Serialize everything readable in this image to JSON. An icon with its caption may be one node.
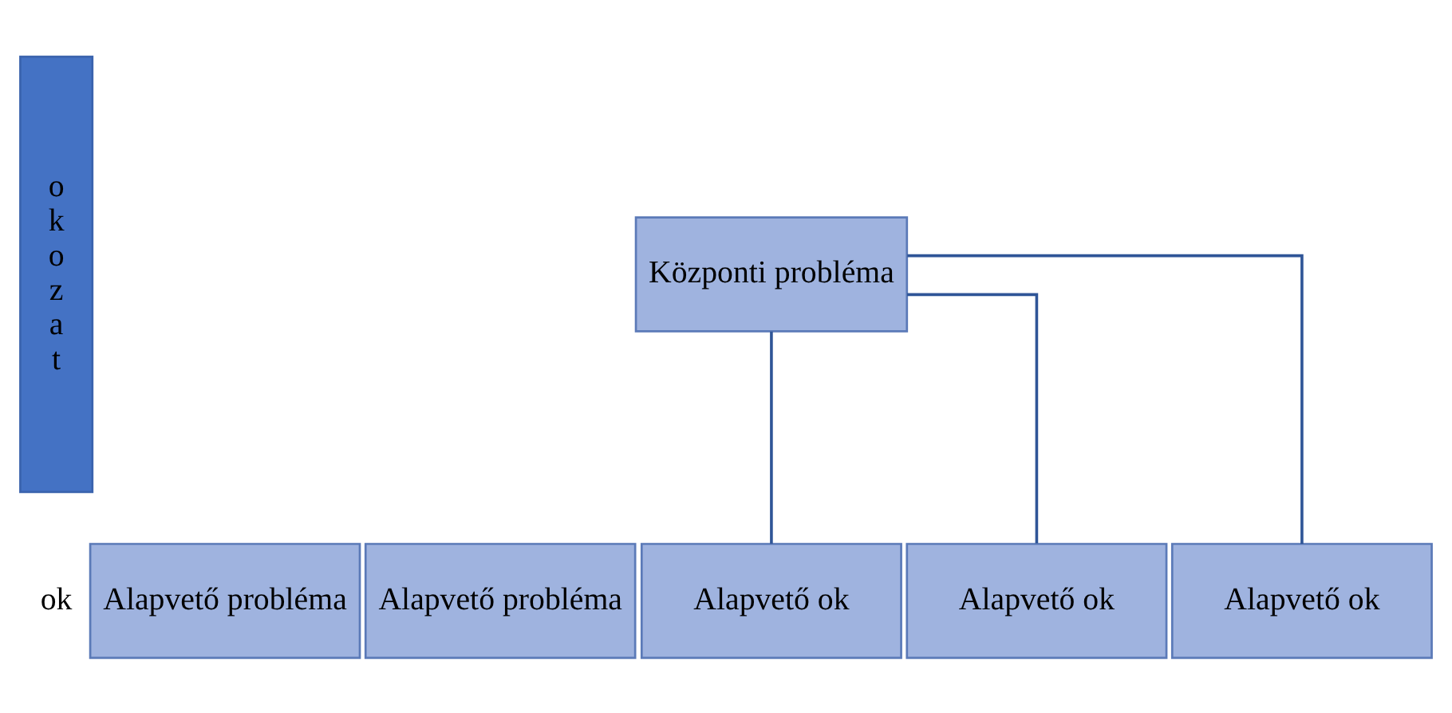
{
  "diagram": {
    "nodes": [
      {
        "text": [
          "okozat"
        ]
      },
      {
        "text": [
          "Központi probléma"
        ]
      },
      {
        "text": [
          "Alapvető probléma"
        ]
      },
      {
        "text": [
          "Alapvető probléma"
        ]
      },
      {
        "text": [
          "Alapvető ok"
        ]
      },
      {
        "text": [
          "Alapvető ok"
        ]
      },
      {
        "text": [
          "Alapvető ok"
        ]
      }
    ],
    "edges": [
      {
        "from": 1,
        "to": 4,
        "arrow": "none"
      },
      {
        "from": 1,
        "to": 5,
        "arrow": "none"
      },
      {
        "from": 1,
        "to": 6,
        "arrow": "none"
      }
    ],
    "labels": [
      "ok"
    ]
  }
}
